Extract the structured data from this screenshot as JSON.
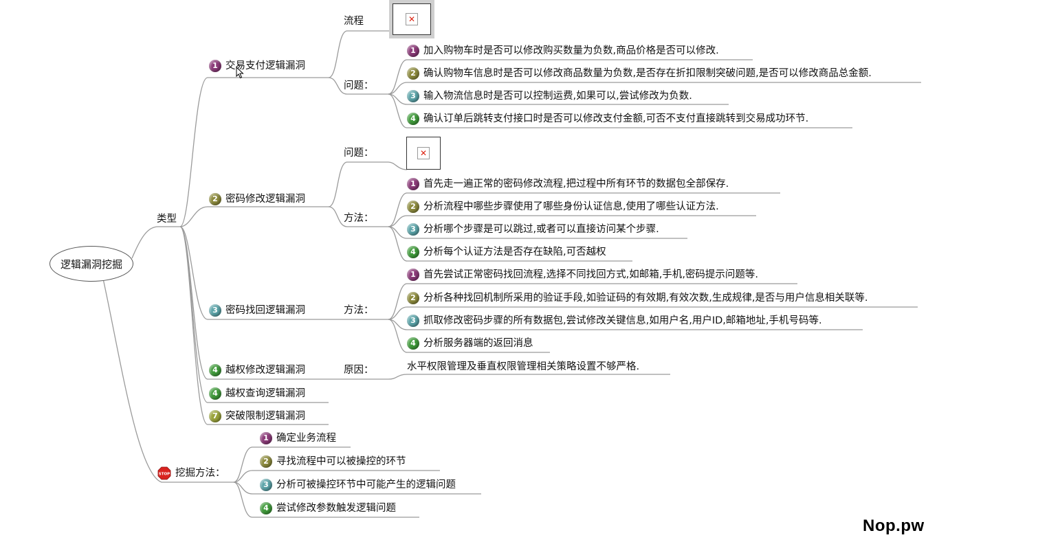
{
  "root": "逻辑漏洞挖掘",
  "watermark": "Nop.pw",
  "badge_colors": {
    "1": "#8b3a78",
    "2": "#8c8a3c",
    "3": "#5aa3a8",
    "4": "#3f9a3a",
    "7": "#9aa33a"
  },
  "types": {
    "label": "类型",
    "items": [
      {
        "num": "1",
        "label": "交易支付逻辑漏洞",
        "flow_label": "流程",
        "problem_label": "问题：",
        "problems": [
          {
            "num": "1",
            "text": "加入购物车时是否可以修改购买数量为负数,商品价格是否可以修改."
          },
          {
            "num": "2",
            "text": "确认购物车信息时是否可以修改商品数量为负数,是否存在折扣限制突破问题,是否可以修改商品总金额."
          },
          {
            "num": "3",
            "text": "输入物流信息时是否可以控制运费,如果可以,尝试修改为负数."
          },
          {
            "num": "4",
            "text": "确认订单后跳转支付接口时是否可以修改支付金额,可否不支付直接跳转到交易成功环节."
          }
        ]
      },
      {
        "num": "2",
        "label": "密码修改逻辑漏洞",
        "problem_label": "问题：",
        "method_label": "方法：",
        "methods": [
          {
            "num": "1",
            "text": "首先走一遍正常的密码修改流程,把过程中所有环节的数据包全部保存."
          },
          {
            "num": "2",
            "text": "分析流程中哪些步骤使用了哪些身份认证信息,使用了哪些认证方法."
          },
          {
            "num": "3",
            "text": "分析哪个步骤是可以跳过,或者可以直接访问某个步骤."
          },
          {
            "num": "4",
            "text": "分析每个认证方法是否存在缺陷,可否越权"
          }
        ]
      },
      {
        "num": "3",
        "label": "密码找回逻辑漏洞",
        "method_label": "方法：",
        "methods": [
          {
            "num": "1",
            "text": "首先尝试正常密码找回流程,选择不同找回方式,如邮箱,手机,密码提示问题等."
          },
          {
            "num": "2",
            "text": "分析各种找回机制所采用的验证手段,如验证码的有效期,有效次数,生成规律,是否与用户信息相关联等."
          },
          {
            "num": "3",
            "text": "抓取修改密码步骤的所有数据包,尝试修改关键信息,如用户名,用户ID,邮箱地址,手机号码等."
          },
          {
            "num": "4",
            "text": "分析服务器端的返回消息"
          }
        ]
      },
      {
        "num": "4",
        "label": "越权修改逻辑漏洞",
        "reason_label": "原因：",
        "reason": "水平权限管理及垂直权限管理相关策略设置不够严格."
      },
      {
        "num": "4",
        "label": "越权查询逻辑漏洞"
      },
      {
        "num": "7",
        "label": "突破限制逻辑漏洞"
      }
    ]
  },
  "mining": {
    "label": "挖掘方法：",
    "icon": "stop-sign-icon",
    "steps": [
      {
        "num": "1",
        "text": "确定业务流程"
      },
      {
        "num": "2",
        "text": "寻找流程中可以被操控的环节"
      },
      {
        "num": "3",
        "text": "分析可被操控环节中可能产生的逻辑问题"
      },
      {
        "num": "4",
        "text": "尝试修改参数触发逻辑问题"
      }
    ],
    "image_icon": "broken-image-icon"
  }
}
